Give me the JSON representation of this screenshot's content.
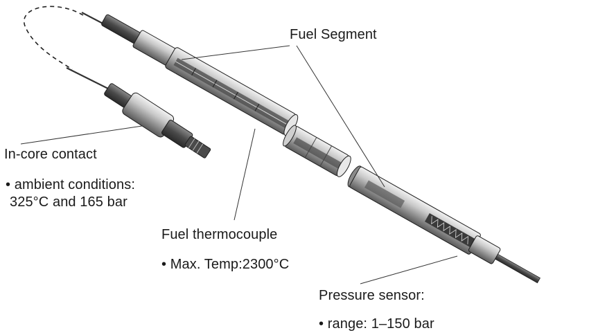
{
  "labels": {
    "fuel_segment": "Fuel Segment",
    "in_core_contact": {
      "title": "In-core contact",
      "bullet_line1": "• ambient conditions:",
      "bullet_line2": "325°C  and 165 bar"
    },
    "fuel_thermocouple": {
      "title": "Fuel thermocouple",
      "bullet": "• Max. Temp:2300°C"
    },
    "pressure_sensor": {
      "title": "Pressure sensor:",
      "bullet": "• range: 1–150 bar"
    }
  },
  "colors": {
    "metal_light": "#d6d6d6",
    "metal_mid": "#9a9a9a",
    "metal_dark": "#3a3a3a",
    "outline": "#1e1e1e",
    "leader_line": "#333333"
  }
}
